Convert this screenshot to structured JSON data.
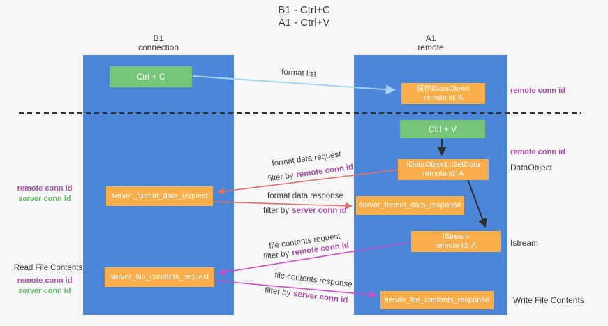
{
  "title": {
    "line1": "B1 - Ctrl+C",
    "line2": "A1 - Ctrl+V"
  },
  "lifelines": {
    "b1": {
      "name": "B1",
      "role": "connection"
    },
    "a1": {
      "name": "A1",
      "role": "remote"
    }
  },
  "nodes": {
    "ctrl_c": {
      "label": "Ctrl + C"
    },
    "save_idataobject": {
      "title": "保存IDataObject",
      "subtitle": "remote id: A"
    },
    "ctrl_v": {
      "label": "Ctrl + V"
    },
    "getdata": {
      "title": "IDataObject::GetData",
      "subtitle": "remote id: A"
    },
    "format_request": {
      "label": "server_format_data_request"
    },
    "format_response": {
      "label": "server_format_data_response"
    },
    "istream": {
      "title": "IStream",
      "subtitle": "remote id: A"
    },
    "file_request": {
      "label": "server_file_contents_request"
    },
    "file_response": {
      "label": "server_file_contents_response"
    }
  },
  "edge_labels": {
    "format_list": "format list",
    "format_data_request": "format data request",
    "format_data_response": "format data response",
    "file_contents_request": "file contents request",
    "file_contents_response": "file contents response",
    "filter_by": "filter by",
    "remote_conn_id": "remote conn id",
    "server_conn_id": "server conn id"
  },
  "side_labels": {
    "left_remote_conn_id": "remote conn id",
    "left_server_conn_id": "server conn id",
    "read_file_contents": "Read File Contents",
    "right_remote_conn_id_top": "remote conn id",
    "right_remote_conn_id_mid": "remote conn id",
    "dataobject": "DataObject",
    "istream": "Istream",
    "write_file_contents": "Write File Contents"
  },
  "colors": {
    "lifeline_blue": "#4b86d9",
    "node_green": "#77c578",
    "node_orange": "#f9ae4b",
    "accent_purple": "#aa4fab",
    "accent_green": "#62b862",
    "arrow_salmon": "#e0726a",
    "arrow_magenta": "#cc4ec9",
    "arrow_blue": "#a6d3f3",
    "arrow_black": "#2f2f2f"
  }
}
